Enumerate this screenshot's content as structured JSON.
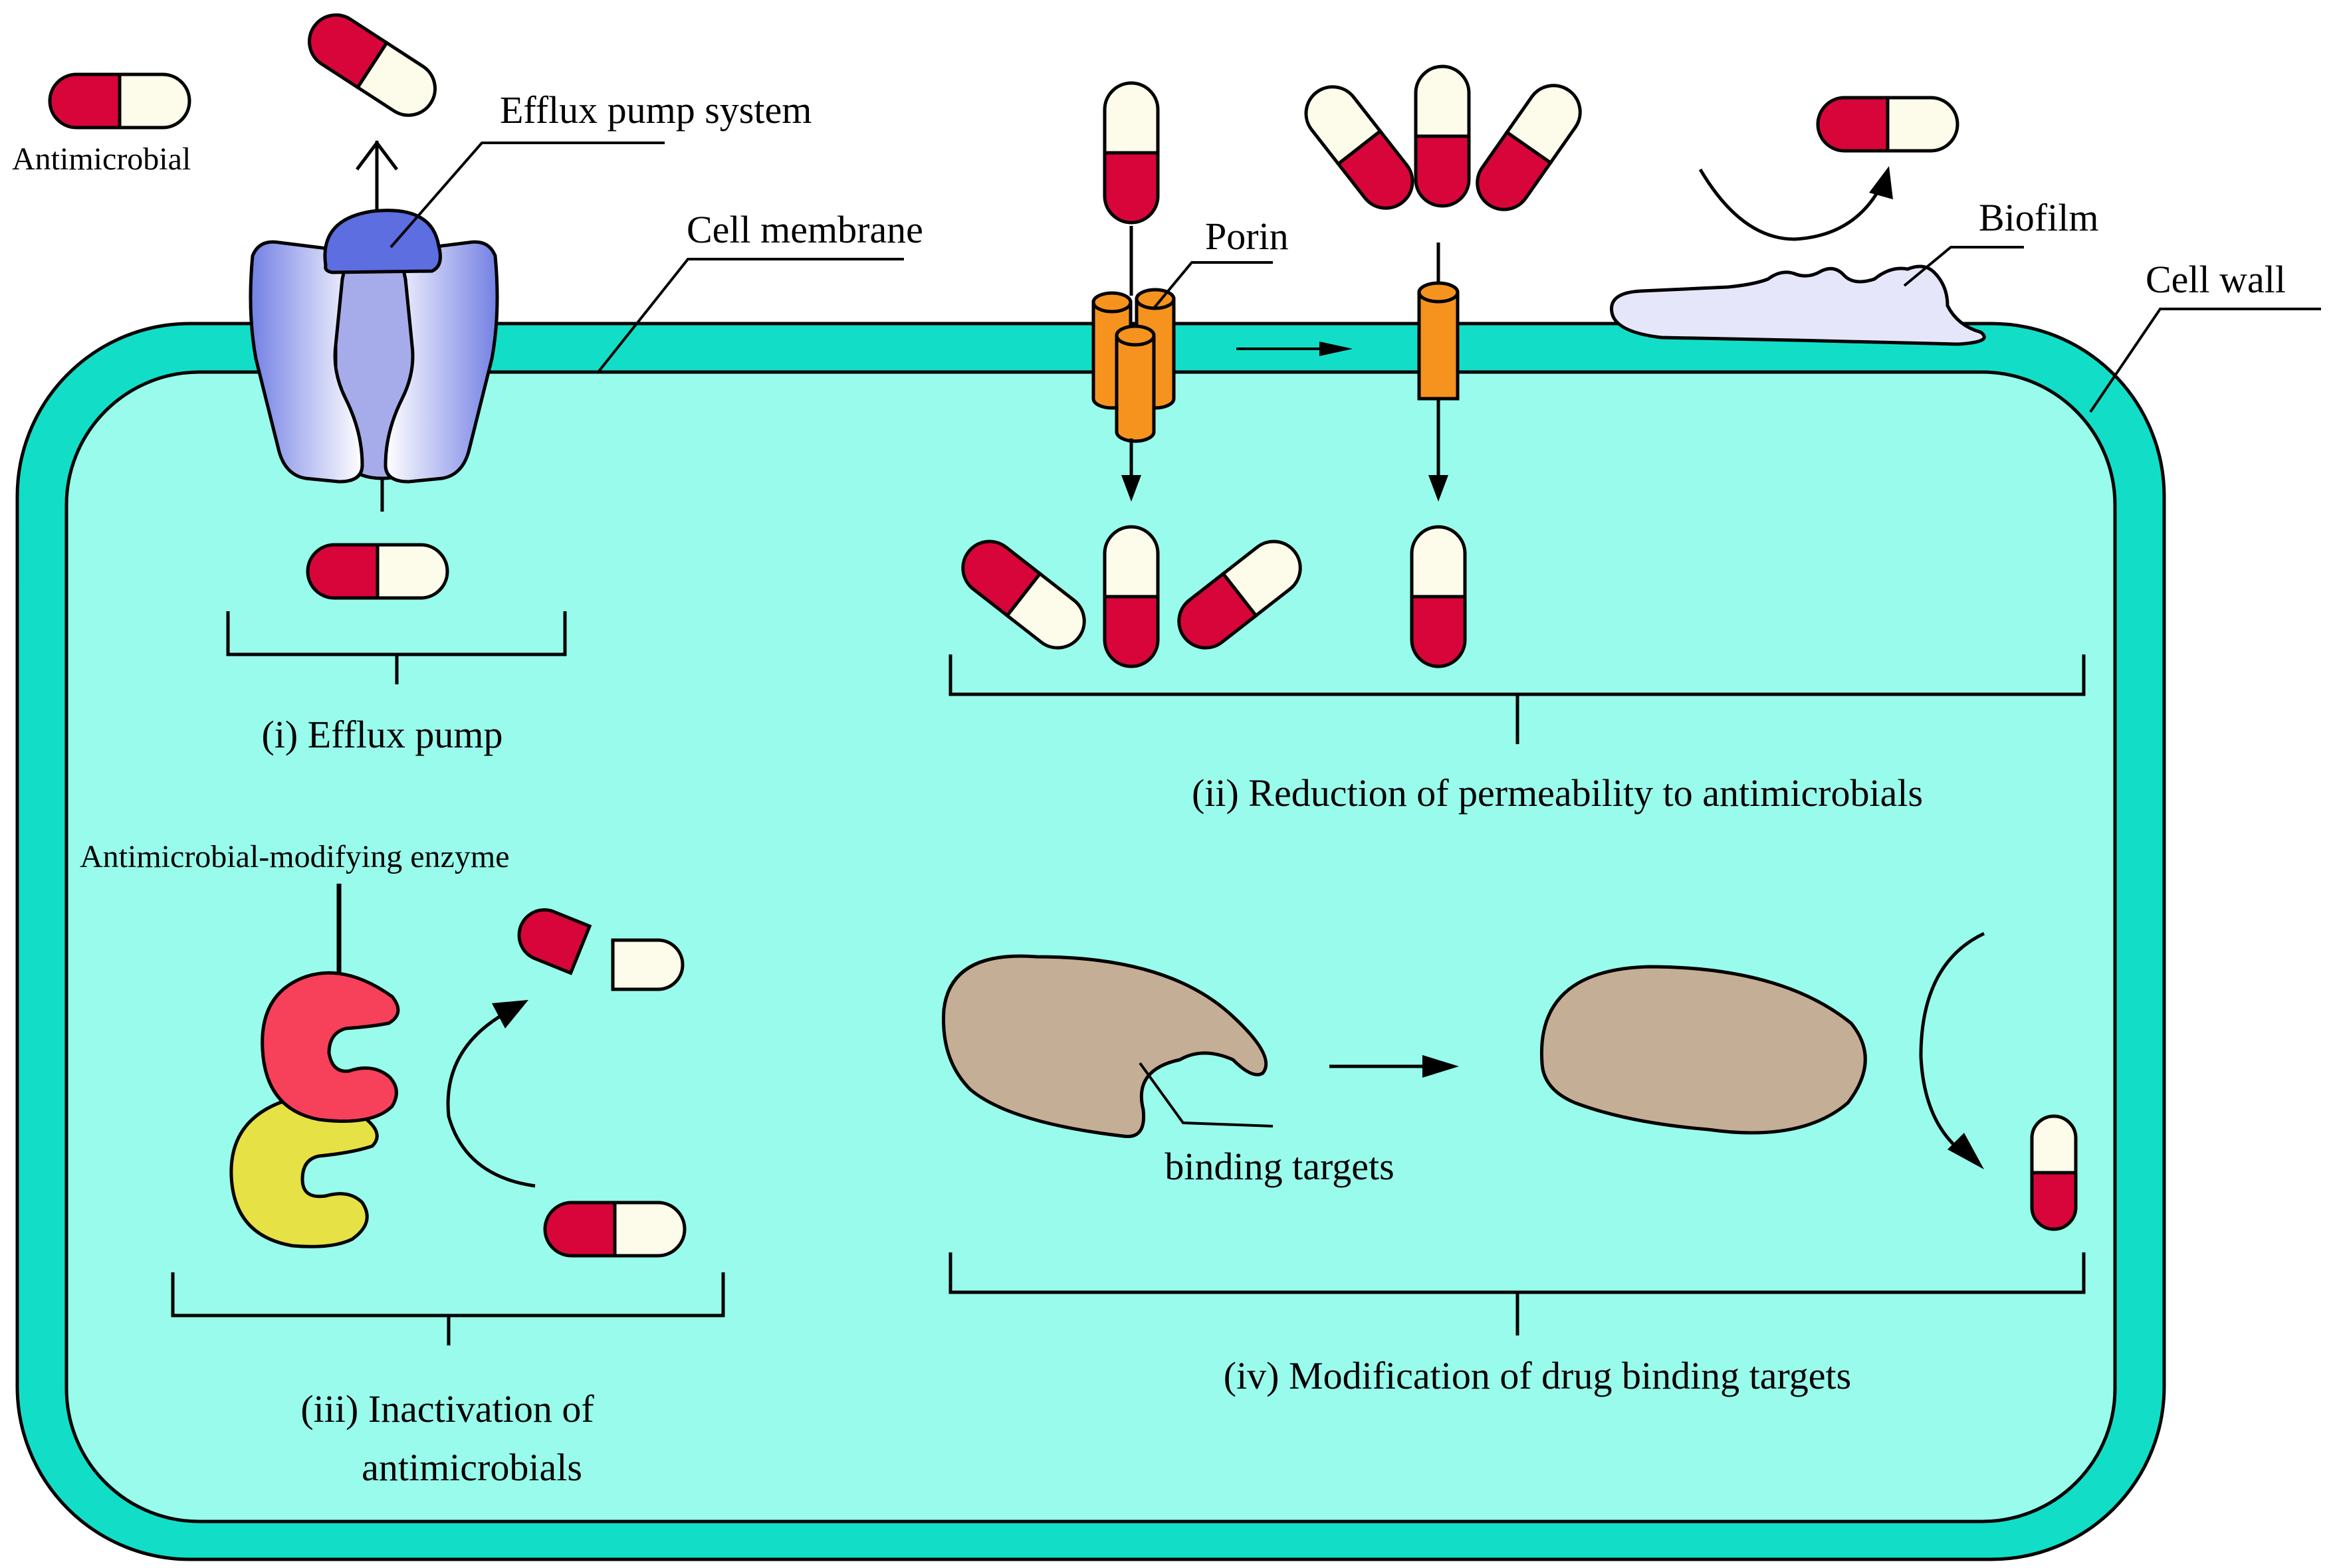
{
  "labels": {
    "antimicrobial": "Antimicrobial",
    "efflux_pump_system": "Efflux pump system",
    "cell_membrane": "Cell membrane",
    "porin": "Porin",
    "biofilm": "Biofilm",
    "cell_wall": "Cell wall",
    "antimicrobial_modifying_enzyme": "Antimicrobial-modifying enzyme",
    "binding_targets": "binding targets"
  },
  "mechanisms": {
    "efflux_pump": "(i) Efflux pump",
    "reduction_permeability": "(ii) Reduction of permeability to antimicrobials",
    "inactivation_line1": "(iii) Inactivation of",
    "inactivation_line2": "antimicrobials",
    "modification_targets": "(iv) Modification of drug binding targets"
  },
  "colors": {
    "cell_wall": "#12DEC8",
    "cytoplasm": "#99FBEB",
    "capsule_red": "#D8053A",
    "capsule_cream": "#FDFBEA",
    "pump_blue": "#5C6EE0",
    "pump_light": "#A6ACEA",
    "porin_orange": "#F5931E",
    "biofilm": "#E6E6FA",
    "enzyme_red": "#F7405A",
    "enzyme_yellow": "#E6E145",
    "target_tan": "#C4AE96"
  }
}
